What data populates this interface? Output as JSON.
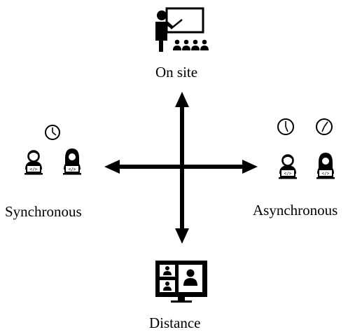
{
  "labels": {
    "top": "On site",
    "left": "Synchronous",
    "right": "Asynchronous",
    "bottom": "Distance"
  },
  "icons": {
    "top": "teacher-at-board-icon",
    "left": "clock-icon",
    "right": "two-clocks-icon",
    "bottom": "video-conference-icon",
    "learners": "student-with-laptop-icon"
  },
  "colors": {
    "ink": "#000000",
    "background": "#ffffff"
  }
}
